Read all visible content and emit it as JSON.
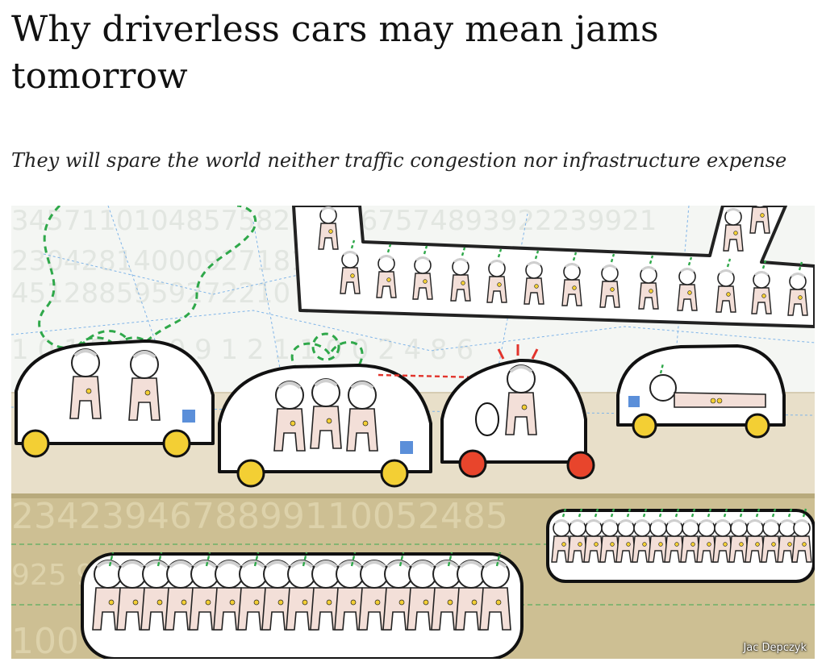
{
  "article": {
    "headline": "Why driverless cars may mean jams tomorrow",
    "standfirst": "They will spare the world neither traffic congestion nor infrastructure expense"
  },
  "illustration": {
    "credit": "Jac Depczyk",
    "colors": {
      "road": "#e8dfc9",
      "tunnel_ground": "#cdbf93",
      "car_wheel_yellow": "#f3cf34",
      "car_wheel_red": "#e8452c",
      "route_green": "#2fa84a",
      "sensor_blue": "#5b8fd9",
      "skin": "#f3dfd8"
    }
  }
}
